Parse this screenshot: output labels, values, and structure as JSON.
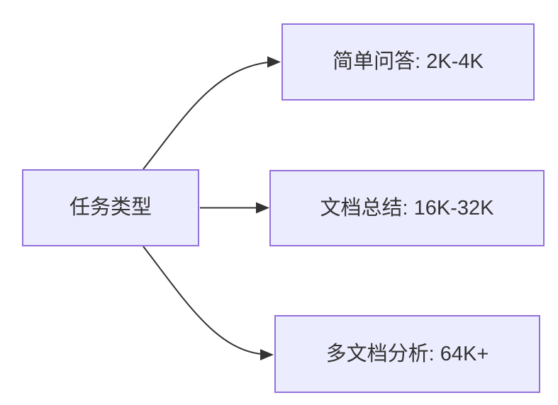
{
  "diagram": {
    "type": "flowchart",
    "direction": "left-to-right",
    "colors": {
      "background": "#FFFFFF",
      "node_fill": "#ECECFF",
      "node_border": "#9370DB",
      "edge": "#333333",
      "text": "#333333"
    },
    "nodes": {
      "root": {
        "label": "任务类型"
      },
      "targets": [
        {
          "label": "简单问答: 2K-4K"
        },
        {
          "label": "文档总结: 16K-32K"
        },
        {
          "label": "多文档分析: 64K+"
        }
      ]
    },
    "edges": [
      {
        "from": "任务类型",
        "to": "简单问答: 2K-4K",
        "style": "curved-up"
      },
      {
        "from": "任务类型",
        "to": "文档总结: 16K-32K",
        "style": "straight"
      },
      {
        "from": "任务类型",
        "to": "多文档分析: 64K+",
        "style": "curved-down"
      }
    ]
  }
}
